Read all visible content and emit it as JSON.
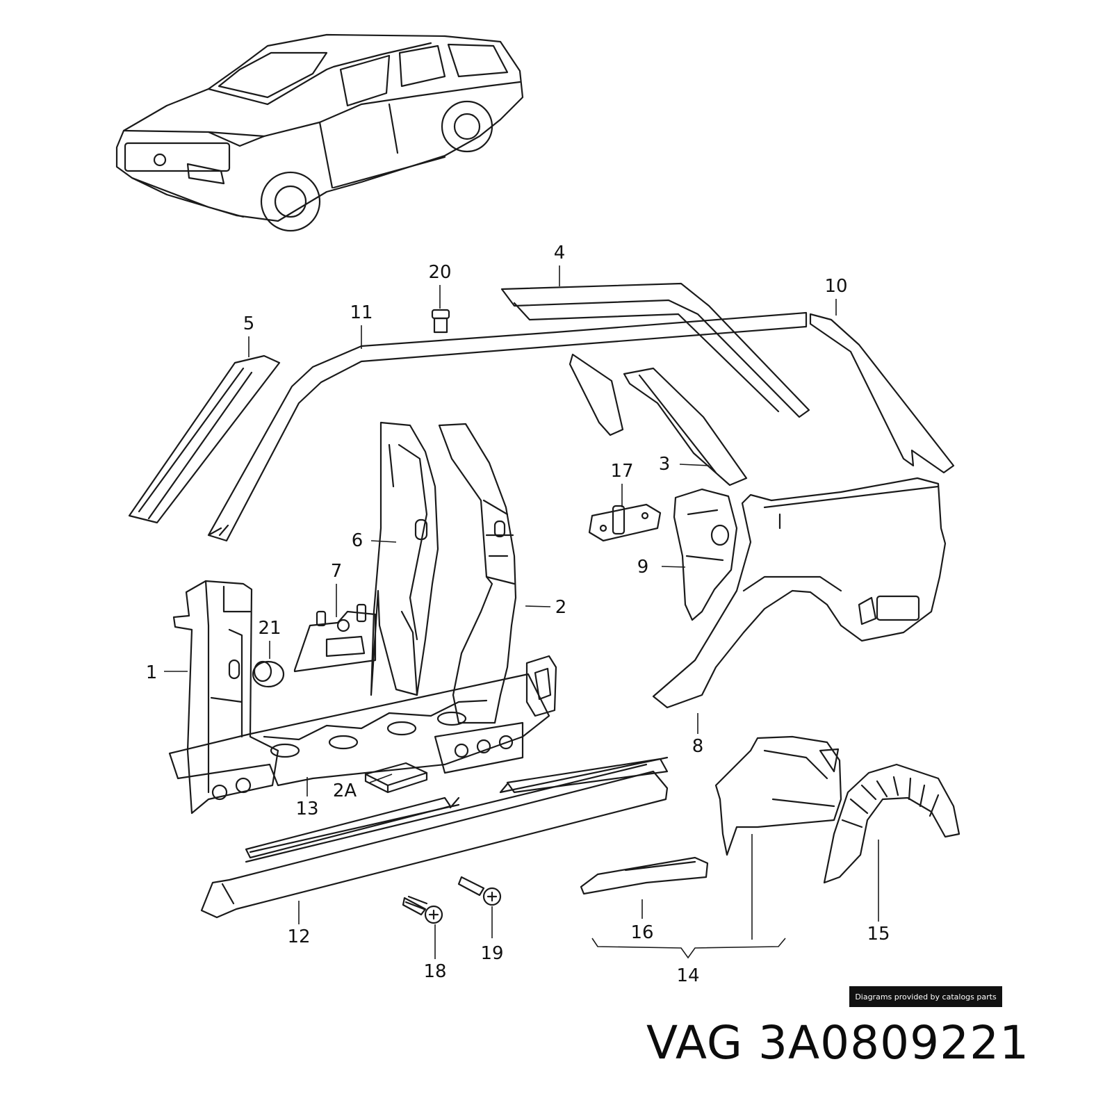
{
  "callouts": {
    "c1": "1",
    "c2": "2",
    "c2a": "2A",
    "c3": "3",
    "c4": "4",
    "c5": "5",
    "c6": "6",
    "c7": "7",
    "c8": "8",
    "c9": "9",
    "c10": "10",
    "c11": "11",
    "c12": "12",
    "c13": "13",
    "c14": "14",
    "c15": "15",
    "c16": "16",
    "c17": "17",
    "c18": "18",
    "c19": "19",
    "c20": "20",
    "c21": "21"
  },
  "credit": "Diagrams provided by catalogs parts",
  "part_code": "VAG 3A0809221"
}
